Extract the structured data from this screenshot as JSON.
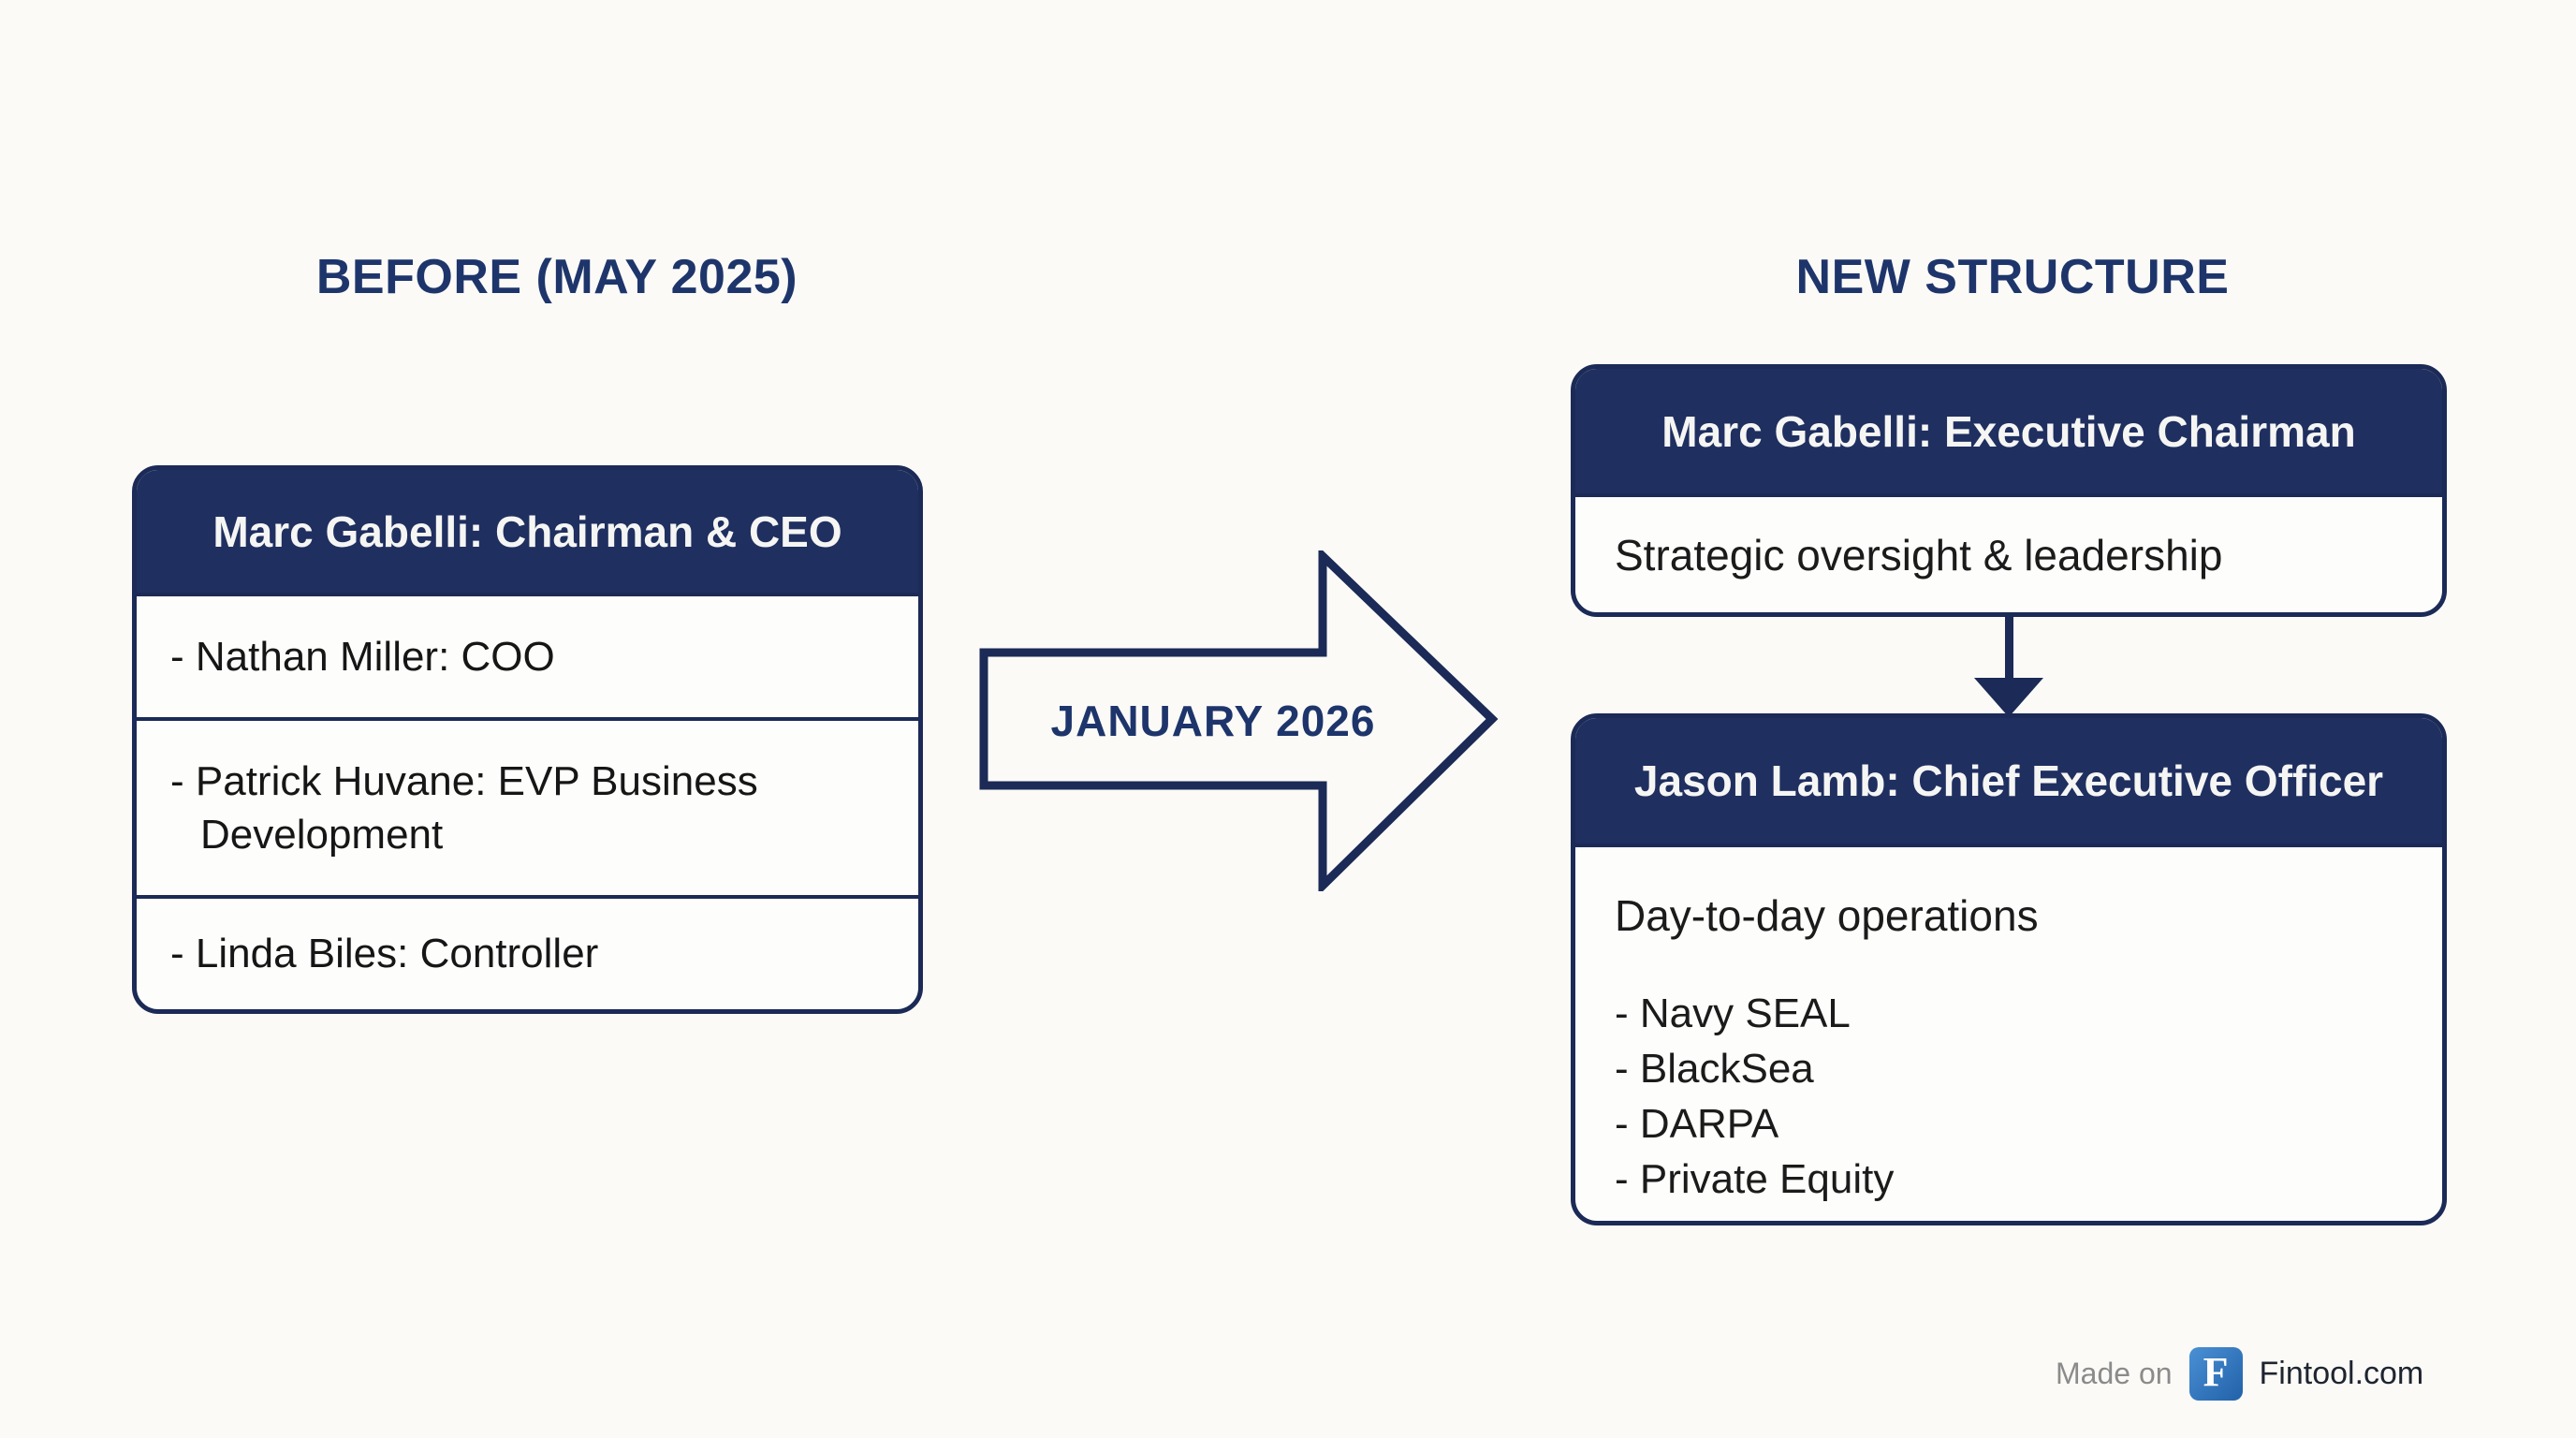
{
  "titles": {
    "before": "BEFORE (MAY 2025)",
    "after": "NEW STRUCTURE"
  },
  "before_box": {
    "header": "Marc Gabelli: Chairman & CEO",
    "items": [
      "- Nathan Miller: COO",
      "- Patrick Huvane: EVP Business Development",
      "- Linda Biles: Controller"
    ]
  },
  "transition": {
    "label": "JANUARY 2026"
  },
  "after_box_chairman": {
    "header": "Marc Gabelli: Executive Chairman",
    "body": "Strategic oversight & leadership"
  },
  "after_box_ceo": {
    "header": "Jason Lamb: Chief Executive Officer",
    "body_title": "Day-to-day operations",
    "items": [
      "- Navy SEAL",
      "- BlackSea",
      "- DARPA",
      "- Private Equity"
    ]
  },
  "footer": {
    "made_on": "Made on",
    "logo_letter": "F",
    "brand": "Fintool.com"
  },
  "colors": {
    "navy": "#1f2f60",
    "title_navy": "#1e356b",
    "page_background": "#fbfaf7",
    "logo_blue_top": "#4b90d4",
    "logo_blue_bottom": "#2161a9"
  }
}
